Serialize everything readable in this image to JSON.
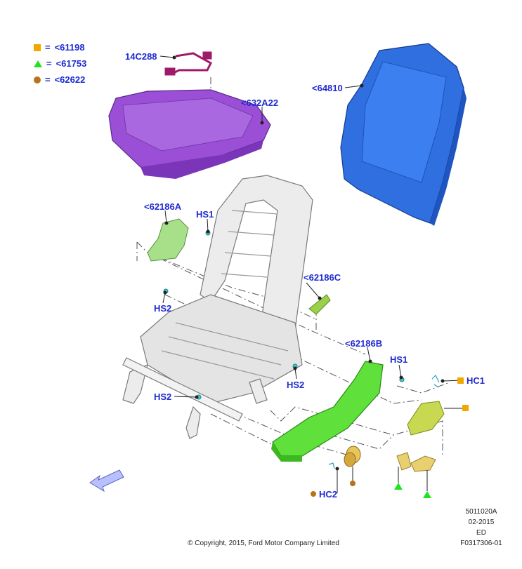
{
  "legend": [
    {
      "symbol": "square",
      "color": "#f0a800",
      "text": "<61198"
    },
    {
      "symbol": "triangle",
      "color": "#22e022",
      "text": "<61753"
    },
    {
      "symbol": "circle",
      "color": "#b8721e",
      "text": "<62622"
    }
  ],
  "eq": "=",
  "callouts": {
    "harness": "14C288",
    "cushion_pad": "<632A22",
    "back_pad": "<64810",
    "shield_a": "<62186A",
    "shield_c": "<62186C",
    "shield_b": "<62186B",
    "hs1_top": "HS1",
    "hs1_right": "HS1",
    "hs2_left": "HS2",
    "hs2_mid": "HS2",
    "hs2_low": "HS2",
    "hc1": "HC1",
    "hc2": "HC2"
  },
  "colors": {
    "label": "#1f2bd0",
    "cushion": "#9a4fd6",
    "back": "#2f6fe0",
    "shield": "#5fe03a",
    "frame": "#e6e6e6",
    "knob": "#e8c658"
  },
  "footer": {
    "code1": "5011020A",
    "date": "02-2015",
    "ed": "ED",
    "fig": "F0317306-01",
    "copyright": "© Copyright, 2015, Ford Motor Company Limited"
  }
}
